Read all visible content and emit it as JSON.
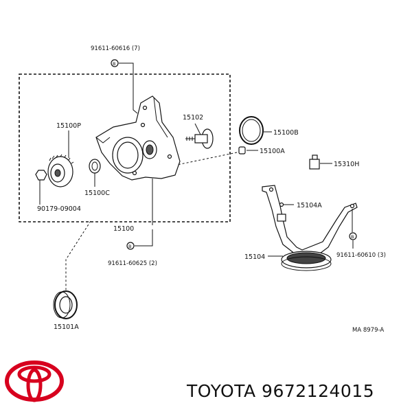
{
  "labels": {
    "bolt_top": "91611-60616 (7)",
    "p15100P": "15100P",
    "p15102": "15102",
    "p15100B": "15100B",
    "p15100A": "15100A",
    "p15310H": "15310H",
    "p15100C": "15100C",
    "p90179": "90179-09004",
    "p15104A": "15104A",
    "p15100": "15100",
    "p15104": "15104",
    "bolt_right": "91611-60610 (3)",
    "bolt_bottom": "91611-60625 (2)",
    "p15101A": "15101A",
    "ref": "MA 8979-A",
    "bolt_mark": "B"
  },
  "footer": {
    "brand": "TOYOTA 9672124015"
  },
  "colors": {
    "logo": "#d7001e",
    "ink": "#111111"
  }
}
